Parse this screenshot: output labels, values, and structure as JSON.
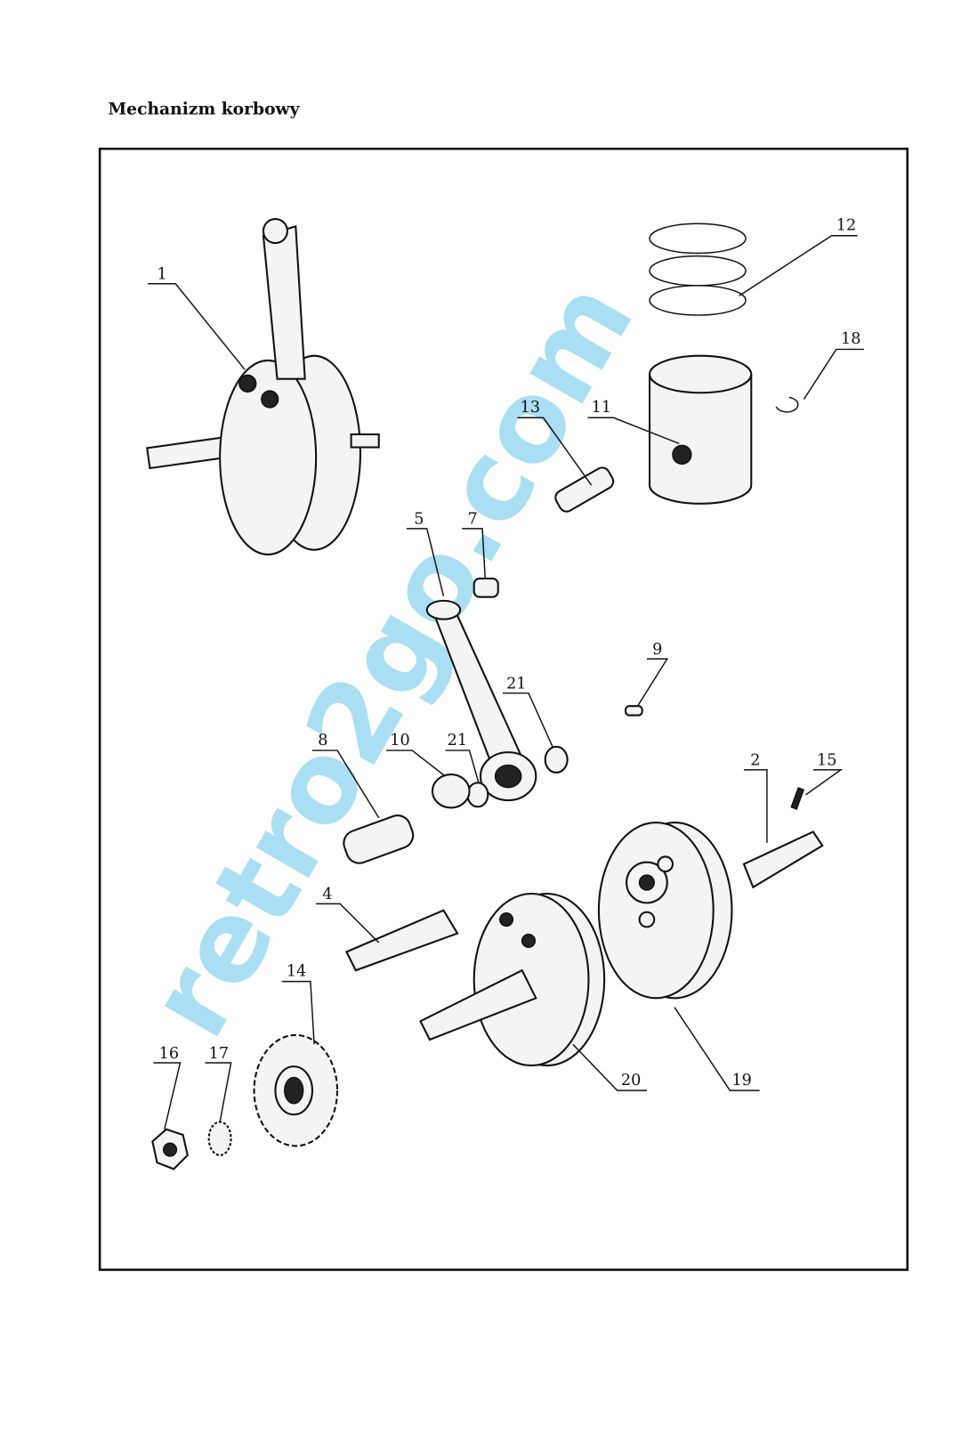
{
  "page": {
    "title": "Mechanizm korbowy",
    "watermark": "retro2go.com"
  },
  "diagram": {
    "part_labels": [
      {
        "id": "p1",
        "text": "1",
        "part": "crankshaft-assembly"
      },
      {
        "id": "p12",
        "text": "12",
        "part": "piston-rings"
      },
      {
        "id": "p18",
        "text": "18",
        "part": "piston-pin-circlip"
      },
      {
        "id": "p13",
        "text": "13",
        "part": "piston-pin"
      },
      {
        "id": "p11",
        "text": "11",
        "part": "piston"
      },
      {
        "id": "p5",
        "text": "5",
        "part": "connecting-rod"
      },
      {
        "id": "p7",
        "text": "7",
        "part": "small-end-bushing"
      },
      {
        "id": "p9",
        "text": "9",
        "part": "pin"
      },
      {
        "id": "p21a",
        "text": "21",
        "part": "washer"
      },
      {
        "id": "p8",
        "text": "8",
        "part": "crank-pin"
      },
      {
        "id": "p10",
        "text": "10",
        "part": "needle-bearing"
      },
      {
        "id": "p21b",
        "text": "21",
        "part": "washer"
      },
      {
        "id": "p2",
        "text": "2",
        "part": "right-shaft-journal"
      },
      {
        "id": "p15",
        "text": "15",
        "part": "key"
      },
      {
        "id": "p4",
        "text": "4",
        "part": "left-shaft-journal"
      },
      {
        "id": "p14",
        "text": "14",
        "part": "sprocket"
      },
      {
        "id": "p16",
        "text": "16",
        "part": "nut"
      },
      {
        "id": "p17",
        "text": "17",
        "part": "lock-washer"
      },
      {
        "id": "p20",
        "text": "20",
        "part": "left-flywheel"
      },
      {
        "id": "p19",
        "text": "19",
        "part": "right-flywheel"
      }
    ]
  }
}
